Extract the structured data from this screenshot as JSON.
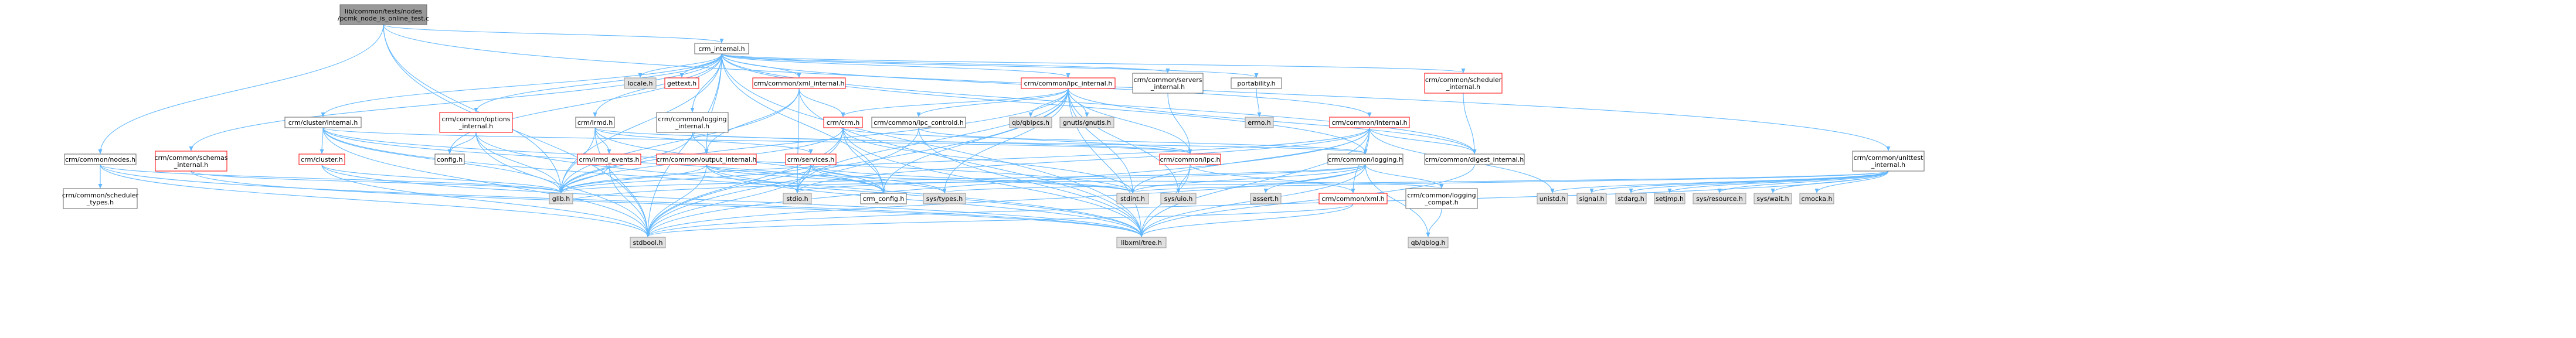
{
  "nodes": [
    {
      "id": "root",
      "label": "lib/common/tests/nodes\n/pcmk_node_is_online_test.c",
      "style": "root"
    },
    {
      "id": "crm_internal",
      "label": "crm_internal.h",
      "style": "normal"
    },
    {
      "id": "nodes",
      "label": "crm/common/nodes.h",
      "style": "normal"
    },
    {
      "id": "unittest",
      "label": "crm/common/unittest\n_internal.h",
      "style": "normal"
    },
    {
      "id": "locale",
      "label": "locale.h",
      "style": "system"
    },
    {
      "id": "gettext",
      "label": "gettext.h",
      "style": "missing"
    },
    {
      "id": "xml_internal",
      "label": "crm/common/xml_internal.h",
      "style": "missing"
    },
    {
      "id": "ipc_internal",
      "label": "crm/common/ipc_internal.h",
      "style": "missing"
    },
    {
      "id": "servers_internal",
      "label": "crm/common/servers\n_internal.h",
      "style": "normal"
    },
    {
      "id": "portability",
      "label": "portability.h",
      "style": "normal"
    },
    {
      "id": "common_internal",
      "label": "crm/common/internal.h",
      "style": "missing"
    },
    {
      "id": "scheduler_internal",
      "label": "crm/common/scheduler\n_internal.h",
      "style": "missing"
    },
    {
      "id": "cluster_internal",
      "label": "crm/cluster/internal.h",
      "style": "normal"
    },
    {
      "id": "schemas_internal",
      "label": "crm/common/schemas\n_internal.h",
      "style": "missing"
    },
    {
      "id": "options_internal",
      "label": "crm/common/options\n_internal.h",
      "style": "missing"
    },
    {
      "id": "lrmd",
      "label": "crm/lrmd.h",
      "style": "normal"
    },
    {
      "id": "logging_internal",
      "label": "crm/common/logging\n_internal.h",
      "style": "normal"
    },
    {
      "id": "crm_h",
      "label": "crm/crm.h",
      "style": "missing"
    },
    {
      "id": "ipc_controld",
      "label": "crm/common/ipc_controld.h",
      "style": "normal"
    },
    {
      "id": "qbipcs",
      "label": "qb/qbipcs.h",
      "style": "system"
    },
    {
      "id": "gnutls",
      "label": "gnutls/gnutls.h",
      "style": "system"
    },
    {
      "id": "errno",
      "label": "errno.h",
      "style": "system"
    },
    {
      "id": "scheduler_types",
      "label": "crm/common/scheduler\n_types.h",
      "style": "normal"
    },
    {
      "id": "cluster_h",
      "label": "crm/cluster.h",
      "style": "missing"
    },
    {
      "id": "config",
      "label": "config.h",
      "style": "normal"
    },
    {
      "id": "lrmd_events",
      "label": "crm/lrmd_events.h",
      "style": "missing"
    },
    {
      "id": "services",
      "label": "crm/services.h",
      "style": "missing"
    },
    {
      "id": "output_internal",
      "label": "crm/common/output_internal.h",
      "style": "missing"
    },
    {
      "id": "ipc_h",
      "label": "crm/common/ipc.h",
      "style": "missing"
    },
    {
      "id": "logging_h",
      "label": "crm/common/logging.h",
      "style": "normal"
    },
    {
      "id": "digest_internal",
      "label": "crm/common/digest_internal.h",
      "style": "normal"
    },
    {
      "id": "glib",
      "label": "glib.h",
      "style": "system"
    },
    {
      "id": "crm_config",
      "label": "crm_config.h",
      "style": "normal"
    },
    {
      "id": "stdio",
      "label": "stdio.h",
      "style": "system"
    },
    {
      "id": "systypes",
      "label": "sys/types.h",
      "style": "system"
    },
    {
      "id": "stdint",
      "label": "stdint.h",
      "style": "system"
    },
    {
      "id": "sysuio",
      "label": "sys/uio.h",
      "style": "system"
    },
    {
      "id": "assert",
      "label": "assert.h",
      "style": "system"
    },
    {
      "id": "xml_h",
      "label": "crm/common/xml.h",
      "style": "missing"
    },
    {
      "id": "logging_compat",
      "label": "crm/common/logging\n_compat.h",
      "style": "normal"
    },
    {
      "id": "unistd",
      "label": "unistd.h",
      "style": "system"
    },
    {
      "id": "signal",
      "label": "signal.h",
      "style": "system"
    },
    {
      "id": "stdarg",
      "label": "stdarg.h",
      "style": "system"
    },
    {
      "id": "setjmp",
      "label": "setjmp.h",
      "style": "system"
    },
    {
      "id": "sysresource",
      "label": "sys/resource.h",
      "style": "system"
    },
    {
      "id": "syswait",
      "label": "sys/wait.h",
      "style": "system"
    },
    {
      "id": "cmocka",
      "label": "cmocka.h",
      "style": "system"
    },
    {
      "id": "stdbool",
      "label": "stdbool.h",
      "style": "system"
    },
    {
      "id": "libxml_tree",
      "label": "libxml/tree.h",
      "style": "system"
    },
    {
      "id": "qblog",
      "label": "qb/qblog.h",
      "style": "system"
    }
  ],
  "edges": [
    [
      "root",
      "crm_internal"
    ],
    [
      "root",
      "nodes"
    ],
    [
      "root",
      "unittest"
    ],
    [
      "root",
      "glib"
    ],
    [
      "root",
      "stdbool"
    ],
    [
      "crm_internal",
      "config"
    ],
    [
      "crm_internal",
      "glib"
    ],
    [
      "crm_internal",
      "stdbool"
    ],
    [
      "crm_internal",
      "libxml_tree"
    ],
    [
      "crm_internal",
      "crm_config"
    ],
    [
      "crm_internal",
      "locale"
    ],
    [
      "crm_internal",
      "gettext"
    ],
    [
      "crm_internal",
      "xml_internal"
    ],
    [
      "crm_internal",
      "logging_h"
    ],
    [
      "crm_internal",
      "ipc_internal"
    ],
    [
      "crm_internal",
      "output_internal"
    ],
    [
      "crm_internal",
      "servers_internal"
    ],
    [
      "crm_internal",
      "lrmd"
    ],
    [
      "crm_internal",
      "portability"
    ],
    [
      "crm_internal",
      "common_internal"
    ],
    [
      "crm_internal",
      "scheduler_internal"
    ],
    [
      "crm_internal",
      "cluster_internal"
    ],
    [
      "crm_internal",
      "schemas_internal"
    ],
    [
      "crm_internal",
      "options_internal"
    ],
    [
      "crm_internal",
      "logging_internal"
    ],
    [
      "crm_internal",
      "digest_internal"
    ],
    [
      "nodes",
      "stdbool"
    ],
    [
      "nodes",
      "glib"
    ],
    [
      "nodes",
      "scheduler_types"
    ],
    [
      "nodes",
      "libxml_tree"
    ],
    [
      "unittest",
      "signal"
    ],
    [
      "unittest",
      "stdarg"
    ],
    [
      "unittest",
      "stdbool"
    ],
    [
      "unittest",
      "stddef"
    ],
    [
      "unittest",
      "stdint"
    ],
    [
      "unittest",
      "setjmp"
    ],
    [
      "unittest",
      "sysresource"
    ],
    [
      "unittest",
      "systypes"
    ],
    [
      "unittest",
      "syswait"
    ],
    [
      "unittest",
      "unistd"
    ],
    [
      "unittest",
      "cmocka"
    ],
    [
      "xml_internal",
      "stdio"
    ],
    [
      "xml_internal",
      "output_internal"
    ],
    [
      "xml_internal",
      "crm_h"
    ],
    [
      "xml_internal",
      "libxml_tree"
    ],
    [
      "xml_internal",
      "glib"
    ],
    [
      "ipc_internal",
      "stdbool"
    ],
    [
      "ipc_internal",
      "stdint"
    ],
    [
      "ipc_internal",
      "sysuio"
    ],
    [
      "ipc_internal",
      "systypes"
    ],
    [
      "ipc_internal",
      "glib"
    ],
    [
      "ipc_internal",
      "libxml_tree"
    ],
    [
      "ipc_internal",
      "qbipcs"
    ],
    [
      "ipc_internal",
      "gnutls"
    ],
    [
      "ipc_internal",
      "crm_config"
    ],
    [
      "ipc_internal",
      "ipc_h"
    ],
    [
      "ipc_internal",
      "ipc_controld"
    ],
    [
      "ipc_internal",
      "digest_internal"
    ],
    [
      "ipc_internal",
      "crm_h"
    ],
    [
      "ipc_internal",
      "stdio"
    ],
    [
      "servers_internal",
      "ipc_h"
    ],
    [
      "portability",
      "errno"
    ],
    [
      "common_internal",
      "unistd"
    ],
    [
      "common_internal",
      "stdio"
    ],
    [
      "common_internal",
      "glib"
    ],
    [
      "common_internal",
      "stdbool"
    ],
    [
      "common_internal",
      "libxml_tree"
    ],
    [
      "common_internal",
      "digest_internal"
    ],
    [
      "common_internal",
      "logging_h"
    ],
    [
      "common_internal",
      "xml_h"
    ],
    [
      "common_internal",
      "stdint"
    ],
    [
      "scheduler_internal",
      "digest_internal"
    ],
    [
      "cluster_internal",
      "stdbool"
    ],
    [
      "cluster_internal",
      "stdint"
    ],
    [
      "cluster_internal",
      "glib"
    ],
    [
      "cluster_internal",
      "libxml_tree"
    ],
    [
      "cluster_internal",
      "crm_config"
    ],
    [
      "cluster_internal",
      "cluster_h"
    ],
    [
      "cluster_internal",
      "ipc_h"
    ],
    [
      "schemas_internal",
      "glib"
    ],
    [
      "schemas_internal",
      "libxml_tree"
    ],
    [
      "options_internal",
      "glib"
    ],
    [
      "options_internal",
      "stdbool"
    ],
    [
      "options_internal",
      "config"
    ],
    [
      "options_internal",
      "libxml_tree"
    ],
    [
      "lrmd",
      "stdbool"
    ],
    [
      "lrmd",
      "glib"
    ],
    [
      "lrmd",
      "crm_config"
    ],
    [
      "lrmd",
      "lrmd_events"
    ],
    [
      "lrmd",
      "services"
    ],
    [
      "lrmd",
      "ipc_h"
    ],
    [
      "logging_internal",
      "glib"
    ],
    [
      "logging_internal",
      "output_internal"
    ],
    [
      "logging_internal",
      "logging_h"
    ],
    [
      "crm_h",
      "stdbool"
    ],
    [
      "crm_h",
      "stdint"
    ],
    [
      "crm_h",
      "glib"
    ],
    [
      "crm_h",
      "libxml_tree"
    ],
    [
      "crm_h",
      "crm_config"
    ],
    [
      "crm_h",
      "logging_h"
    ],
    [
      "crm_h",
      "stdio"
    ],
    [
      "ipc_controld",
      "stdbool"
    ],
    [
      "ipc_controld",
      "ipc_h"
    ],
    [
      "ipc_controld",
      "libxml_tree"
    ],
    [
      "cluster_h",
      "glib"
    ],
    [
      "cluster_h",
      "stdbool"
    ],
    [
      "cluster_h",
      "libxml_tree"
    ],
    [
      "lrmd_events",
      "glib"
    ],
    [
      "lrmd_events",
      "stdbool"
    ],
    [
      "services",
      "glib"
    ],
    [
      "services",
      "stdio"
    ],
    [
      "services",
      "stdint"
    ],
    [
      "services",
      "stdbool"
    ],
    [
      "services",
      "systypes"
    ],
    [
      "services",
      "crm_config"
    ],
    [
      "output_internal",
      "stdbool"
    ],
    [
      "output_internal",
      "stdio"
    ],
    [
      "output_internal",
      "libxml_tree"
    ],
    [
      "output_internal",
      "glib"
    ],
    [
      "output_internal",
      "systypes"
    ],
    [
      "output_internal",
      "stdint"
    ],
    [
      "ipc_h",
      "sysuio"
    ],
    [
      "ipc_h",
      "libxml_tree"
    ],
    [
      "ipc_h",
      "xml_h"
    ],
    [
      "logging_h",
      "stdio"
    ],
    [
      "logging_h",
      "stdint"
    ],
    [
      "logging_h",
      "glib"
    ],
    [
      "logging_h",
      "qblog"
    ],
    [
      "logging_h",
      "libxml_tree"
    ],
    [
      "logging_h",
      "logging_compat"
    ],
    [
      "logging_h",
      "assert"
    ],
    [
      "logging_h",
      "stdbool"
    ],
    [
      "digest_internal",
      "libxml_tree"
    ],
    [
      "xml_h",
      "libxml_tree"
    ],
    [
      "xml_h",
      "stdbool"
    ],
    [
      "logging_compat",
      "glib"
    ],
    [
      "logging_compat",
      "qblog"
    ]
  ]
}
